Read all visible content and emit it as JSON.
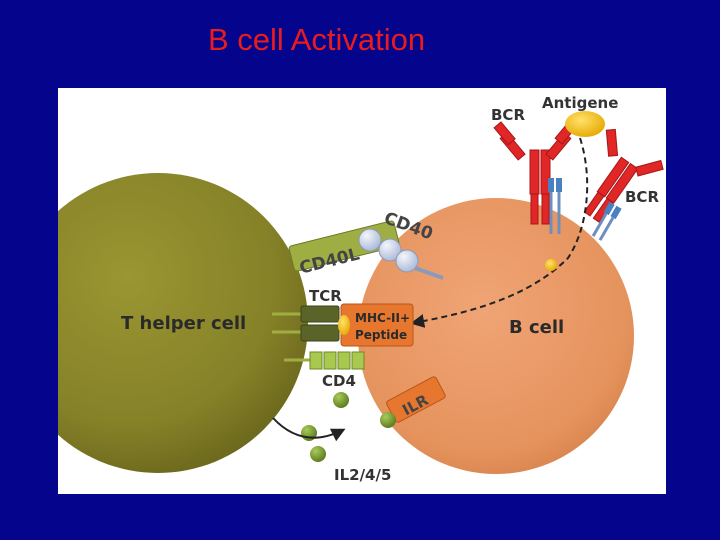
{
  "title": "B cell Activation",
  "labels": {
    "bcr_top": "BCR",
    "antigene": "Antigene",
    "bcr_right": "BCR",
    "cd40": "CD40",
    "cd40l": "CD40L",
    "tcr": "TCR",
    "t_helper_cell": "T helper cell",
    "mhc_line1": "MHC-II+",
    "mhc_line2": "Peptide",
    "b_cell": "B cell",
    "cd4": "CD4",
    "ilr": "ILR",
    "il": "IL2/4/5"
  },
  "colors": {
    "background": "#04048c",
    "title": "#e81c1c",
    "t_cell": "#8a8628",
    "b_cell": "#e5935d",
    "bcr": "#e02626",
    "antigen": "#f5c400",
    "mhc": "#e7772e",
    "cd40l": "#9fae42",
    "cd40": "#cdd8ec",
    "tcr": "#5a6328",
    "cd4": "#a8c850",
    "cytokine": "#7ea033"
  }
}
